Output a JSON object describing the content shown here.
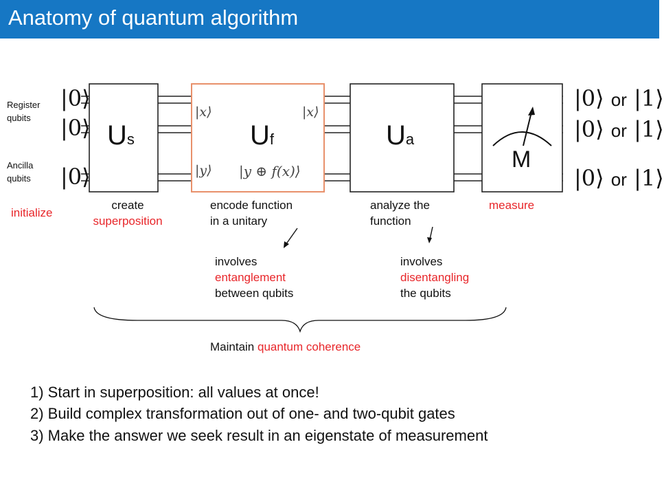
{
  "title": "Anatomy of quantum algorithm",
  "labels": {
    "register": "Register qubits",
    "register_line1": "Register",
    "register_line2": "qubits",
    "ancilla_line1": "Ancilla",
    "ancilla_line2": "qubits",
    "initialize": "initialize"
  },
  "kets": {
    "input": "|0⟩",
    "output_0": "|0⟩",
    "or": "or",
    "output_1": "|1⟩"
  },
  "gates": {
    "us": {
      "letter": "U",
      "sub": "s"
    },
    "uf": {
      "letter": "U",
      "sub": "f",
      "x_in": "|x⟩",
      "x_out": "|x⟩",
      "y_in": "|y⟩",
      "y_out": "|y ⊕ f(x)⟩"
    },
    "ua": {
      "letter": "U",
      "sub": "a"
    },
    "m": {
      "letter": "M"
    }
  },
  "stages": {
    "create_line1": "create",
    "create_line2": "superposition",
    "encode_line1": "encode function",
    "encode_line2": "in a unitary",
    "analyze_line1": "analyze the",
    "analyze_line2": "function",
    "measure": "measure"
  },
  "notes": {
    "ent_line1": "involves",
    "ent_line2": "entanglement",
    "ent_line3": "between qubits",
    "dis_line1": "involves",
    "dis_line2": "disentangling",
    "dis_line3": "the qubits",
    "coherence_prefix": "Maintain ",
    "coherence_highlight": "quantum coherence"
  },
  "points": [
    "1) Start in superposition:  all values at once!",
    "2) Build complex transformation out of one- and two-qubit gates",
    "3) Make the answer we seek result in an eigenstate of measurement"
  ],
  "colors": {
    "title_bar": "#1677c4",
    "highlight": "#e8262a",
    "uf_border": "#e8906a"
  }
}
